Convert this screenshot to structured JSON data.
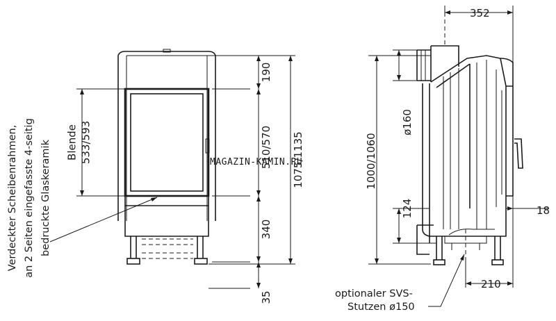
{
  "front_view": {
    "dim_190": "190",
    "dim_510_570": "510/570",
    "dim_340": "340",
    "dim_35": "35",
    "dim_1075_1135": "1075/1135",
    "blende_label": "Blende",
    "blende_value": "533/593"
  },
  "notes": {
    "frame_line1": "Verdeckter Scheibenrahmen,",
    "frame_line2": "an 2 Seiten eingefasste 4-seitig",
    "frame_line3": "bedruckte Glaskeramik"
  },
  "side_view": {
    "dim_352": "352",
    "dim_160": "ø160",
    "dim_1000_1060": "1000/1060",
    "dim_124": "124",
    "dim_18": "18",
    "dim_210": "210",
    "svs_line1": "optionaler SVS-",
    "svs_line2": "Stutzen  ø150"
  },
  "watermark": "MAGAZIN-KAMIN.RU"
}
